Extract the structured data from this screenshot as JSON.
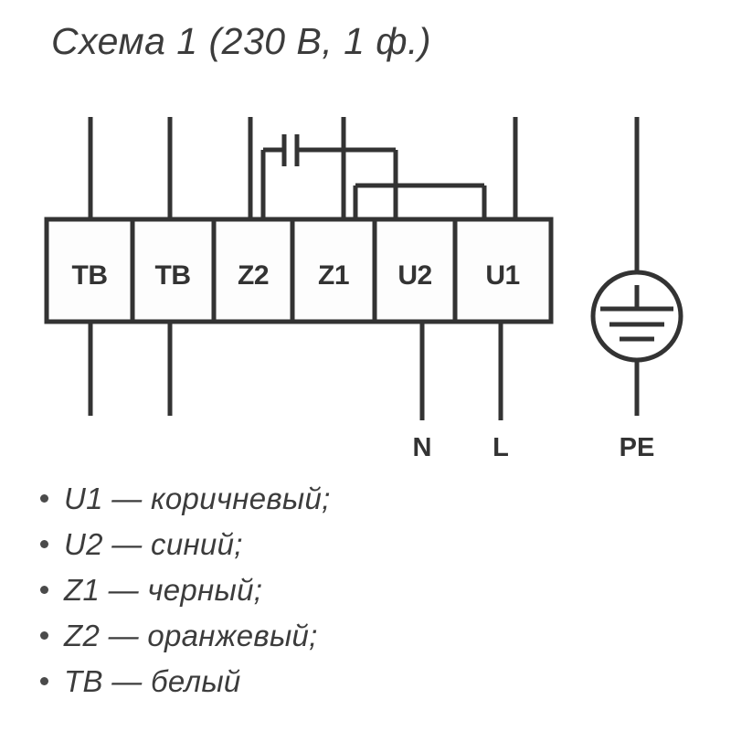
{
  "title": "Схема 1 (230 В, 1 ф.)",
  "colors": {
    "line": "#333333",
    "text": "#3c3c3c",
    "background": "#ffffff"
  },
  "terminal_block": {
    "name": "terminal-block",
    "cells": [
      {
        "label": "TB"
      },
      {
        "label": "TB"
      },
      {
        "label": "Z2"
      },
      {
        "label": "Z1"
      },
      {
        "label": "U2"
      },
      {
        "label": "U1"
      }
    ]
  },
  "wire_labels": [
    {
      "label": "N"
    },
    {
      "label": "L"
    },
    {
      "label": "PE"
    }
  ],
  "symbols": {
    "capacitor": "capacitor-symbol",
    "ground": "ground-symbol"
  },
  "legend": {
    "items": [
      {
        "text": "U1 — коричневый;"
      },
      {
        "text": "U2 — синий;"
      },
      {
        "text": "Z1 — черный;"
      },
      {
        "text": "Z2 — оранжевый;"
      },
      {
        "text": "ТВ — белый"
      }
    ]
  }
}
